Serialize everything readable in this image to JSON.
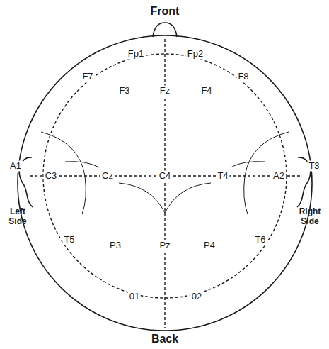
{
  "diagram": {
    "labels": [
      "Front",
      "Fp1",
      "Fp2",
      "F7",
      "F3",
      "Fz",
      "F4",
      "F8",
      "A1",
      "T3",
      "C3",
      "Cz",
      "C4",
      "T4",
      "A2",
      "Left Side",
      "Right Side",
      "T5",
      "P3",
      "Pz",
      "P4",
      "T6",
      "01",
      "02",
      "Back"
    ]
  }
}
